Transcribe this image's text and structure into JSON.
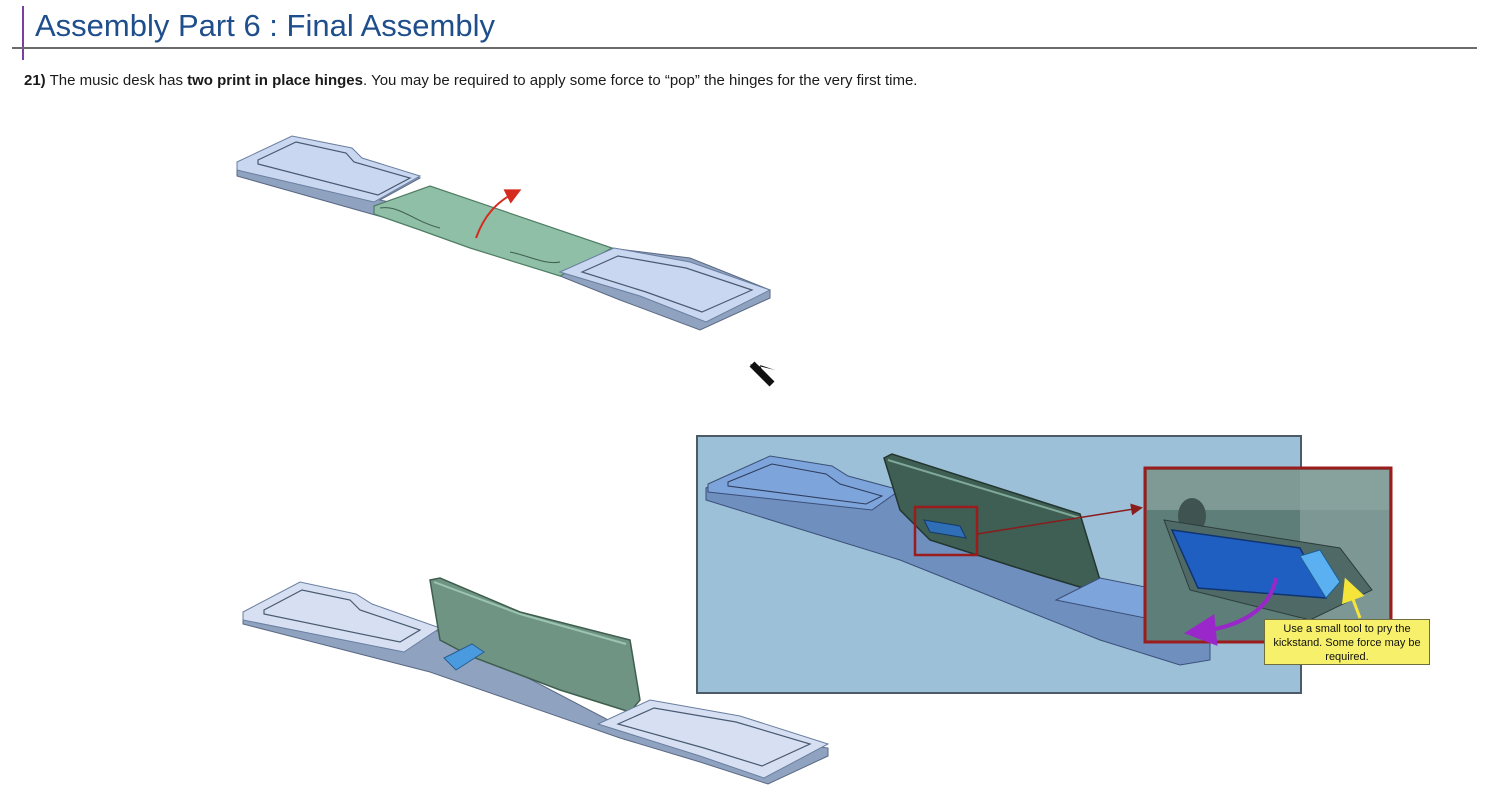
{
  "header": {
    "title": "Assembly Part 6 : Final Assembly"
  },
  "step": {
    "number": "21)",
    "text_before": " The music desk has ",
    "bold_text": "two print in place hinges",
    "text_after": ". You may be required to apply some force to “pop” the hinges for the very first time."
  },
  "callout": {
    "text": "Use a small tool to pry the kickstand. Some force may be required."
  },
  "colors": {
    "title": "#1f4e8c",
    "accent_bar": "#7a3fa0",
    "panel_bg": "#9cc0d8",
    "callout_bg": "#f7f06a",
    "highlight_box": "#9b1c1c"
  }
}
